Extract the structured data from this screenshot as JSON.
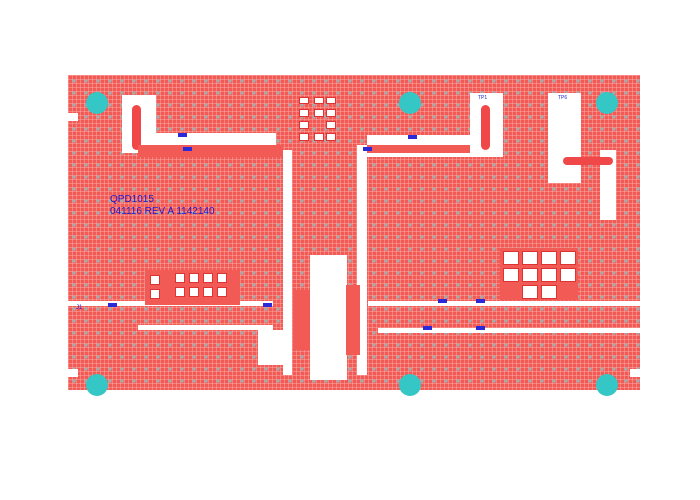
{
  "board": {
    "part_number": "QPD1015",
    "revision_line": "041116 REV A   1142140",
    "connector_label": "J1",
    "test_points": [
      "TP1",
      "TP6"
    ],
    "colors": {
      "copper": "#f25a55",
      "mounting_hole": "#35c6c6",
      "silkscreen": "#1a1ad0",
      "clearance": "#ffffff"
    }
  }
}
